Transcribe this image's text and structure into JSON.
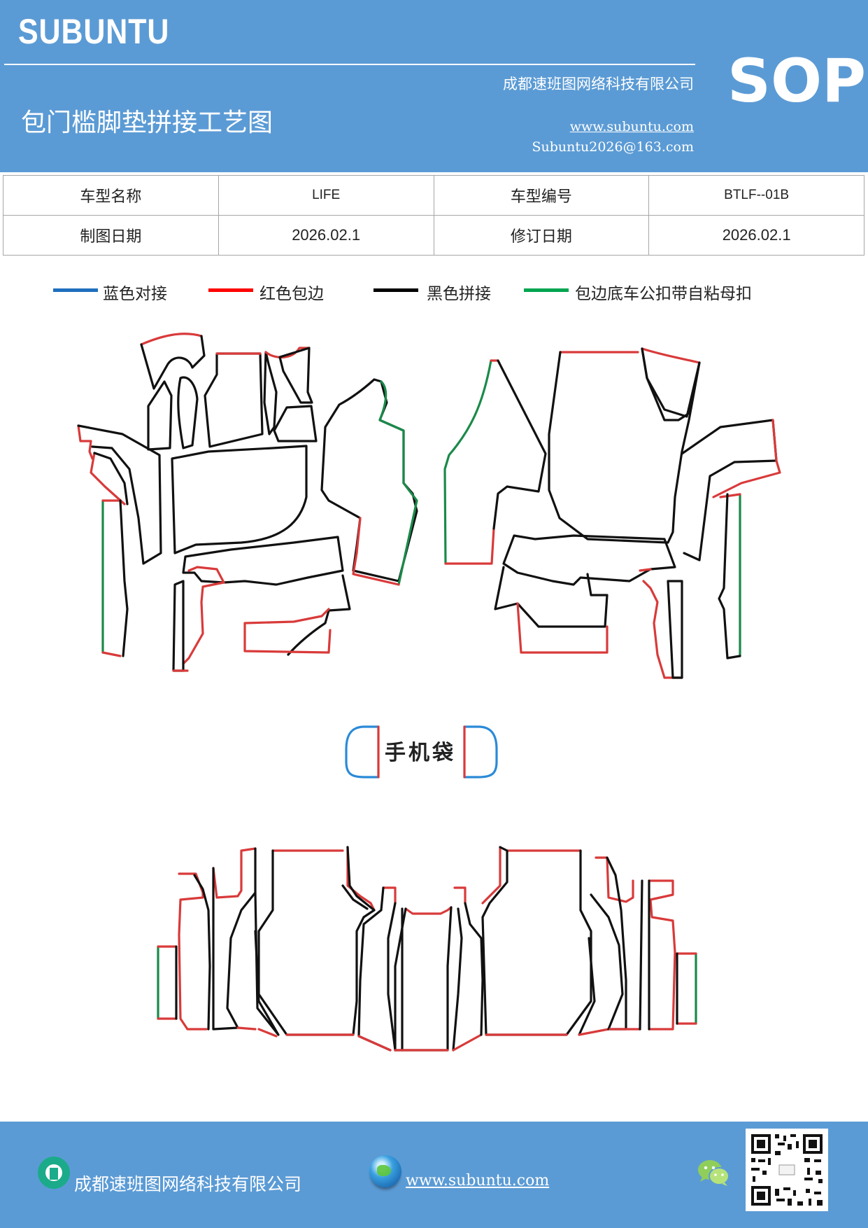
{
  "header": {
    "brand": "SUBUNTU",
    "sop": "SOP",
    "company": "成都速班图网络科技有限公司",
    "title": "包门槛脚垫拼接工艺图",
    "website": "www.subuntu.com",
    "email": "Subuntu2026@163.com"
  },
  "info_table": {
    "model_name_label": "车型名称",
    "model_name_value": "LIFE",
    "model_code_label": "车型编号",
    "model_code_value": "BTLF--01B",
    "draw_date_label": "制图日期",
    "draw_date_value": "2026.02.1",
    "revise_date_label": "修订日期",
    "revise_date_value": "2026.02.1"
  },
  "legend": [
    {
      "label": "蓝色对接",
      "color": "#1f6fbf"
    },
    {
      "label": "红色包边",
      "color": "#ff0000"
    },
    {
      "label": "黑色拼接",
      "color": "#000000"
    },
    {
      "label": "包边底车公扣带自粘母扣",
      "color": "#00a550"
    }
  ],
  "colors": {
    "header_bg": "#5b9bd5",
    "outline_red": "#d93a3a",
    "outline_black": "#111111",
    "outline_green": "#1a8a4a",
    "outline_blue": "#2a8ad8"
  },
  "pocket_label": "手机袋",
  "footer": {
    "company": "成都速班图网络科技有限公司",
    "website": "www.subuntu.com",
    "icons": [
      "building-icon",
      "globe-icon",
      "wechat-icon",
      "qr-code"
    ]
  }
}
